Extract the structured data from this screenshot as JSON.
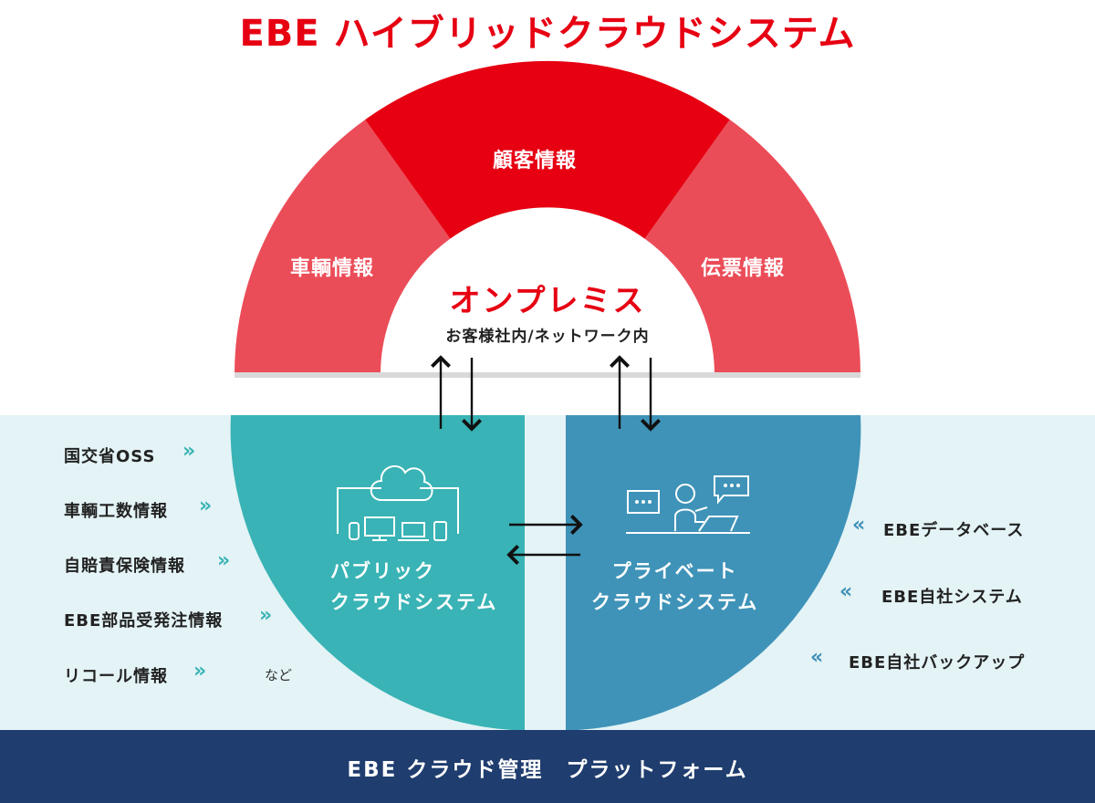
{
  "title": "EBE ハイブリッドクラウドシステム",
  "onpremise": {
    "title": "オンプレミス",
    "subtitle": "お客様社内/ネットワーク内",
    "segments": {
      "left": "車輌情報",
      "center": "顧客情報",
      "right": "伝票情報"
    }
  },
  "public_cloud": {
    "line1": "パブリック",
    "line2": "クラウドシステム"
  },
  "private_cloud": {
    "line1": "プライベート",
    "line2": "クラウドシステム"
  },
  "left_items": [
    "国交省OSS",
    "車輌工数情報",
    "自賠責保険情報",
    "EBE部品受発注情報",
    "リコール情報"
  ],
  "left_items_suffix": "など",
  "right_items": [
    "EBEデータベース",
    "EBE自社システム",
    "EBE自社バックアップ"
  ],
  "platform_label": "EBE クラウド管理　プラットフォーム",
  "chevron_right": "»",
  "chevron_left": "«",
  "colors": {
    "brand_red": "#e60012",
    "segment_red_light": "#eb4d58",
    "public_teal": "#39b3b5",
    "private_blue": "#3f93b8",
    "band_light": "#e3f3f6",
    "platform_navy": "#1f3d6e"
  }
}
